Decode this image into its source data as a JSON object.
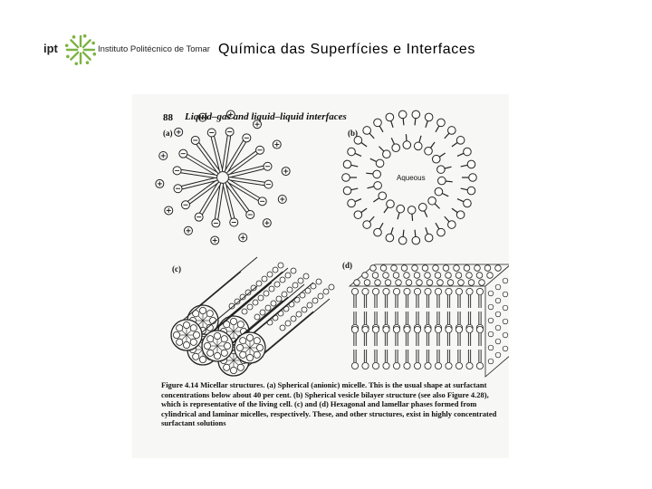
{
  "header": {
    "logo_abbr": "ipt",
    "logo_name": "Instituto Politécnico de Tomar",
    "logo_color": "#7cb342",
    "title": "Química das Superfícies e Interfaces"
  },
  "figure": {
    "page_number": "88",
    "running_head": "Liquid–gas and liquid–liquid interfaces",
    "panels": {
      "a": "(a)",
      "b": "(b)",
      "c": "(c)",
      "d": "(d)"
    },
    "aqueous_label": "Aqueous",
    "caption_label": "Figure 4.14",
    "caption_text": "Micellar structures. (a) Spherical (anionic) micelle. This is the usual shape at surfactant concentrations below about 40 per cent. (b) Spherical vesicle bilayer structure (see also Figure 4.28), which is representative of the living cell. (c) and (d) Hexagonal and lamellar phases formed from cylindrical and laminar micelles, respectively. These, and other structures, exist in highly concentrated surfactant solutions"
  }
}
